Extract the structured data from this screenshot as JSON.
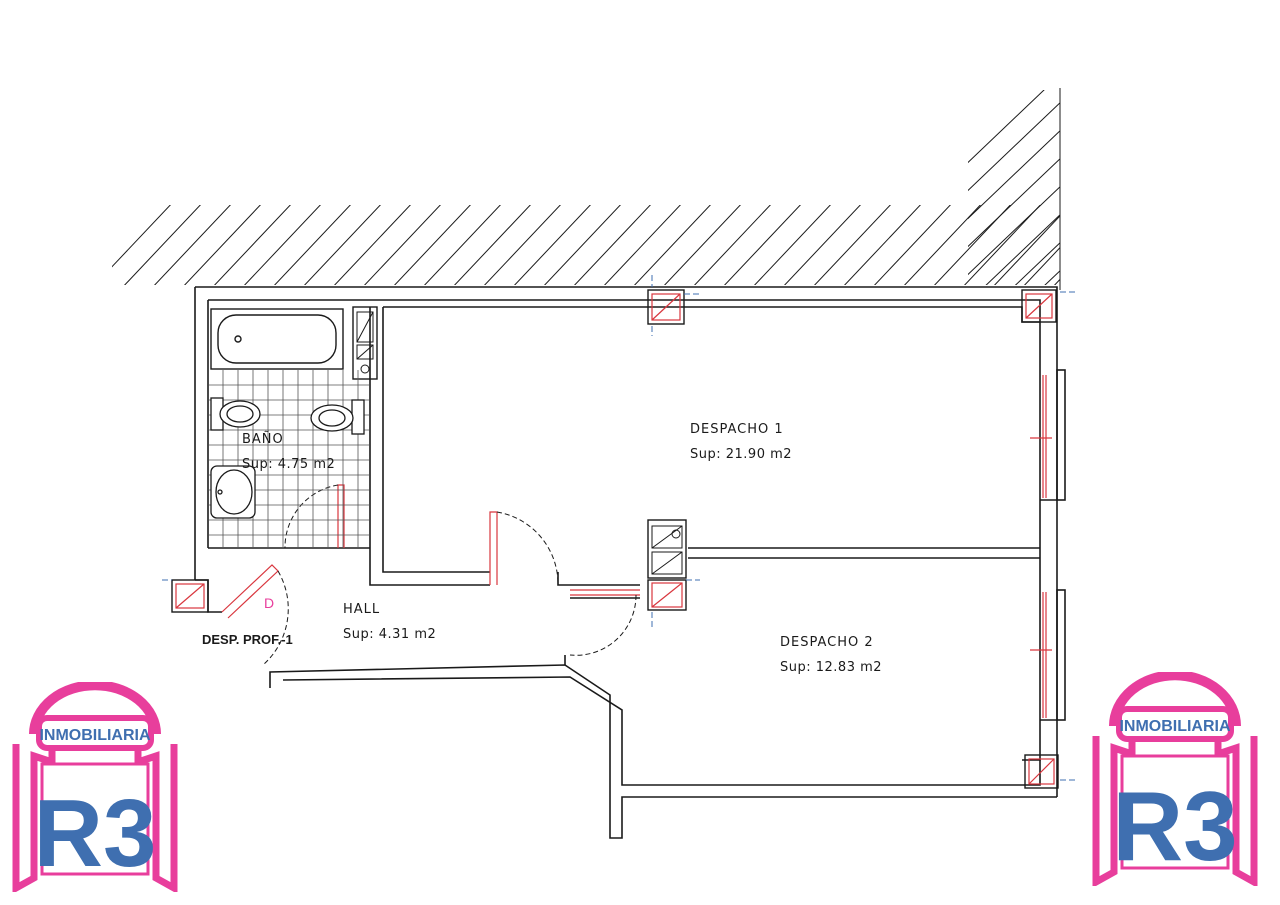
{
  "rooms": {
    "despacho1": {
      "name": "DESPACHO  1",
      "area": "Sup: 21.90 m2"
    },
    "despacho2": {
      "name": "DESPACHO  2",
      "area": "Sup: 12.83 m2"
    },
    "bano": {
      "name": "BAÑO",
      "area": "Sup: 4.75  m2"
    },
    "hall": {
      "name": "HALL",
      "area": "Sup: 4.31   m2"
    }
  },
  "labels": {
    "desp_prof": "DESP. PROF.-1",
    "door_mark": "D"
  },
  "logo": {
    "word": "INMOBILIARIA",
    "mark": "R3"
  },
  "colors": {
    "wall": "#1a1a1a",
    "accent_red": "#d9363e",
    "logo_pink": "#e83e9c",
    "logo_blue": "#3f6fb0"
  }
}
